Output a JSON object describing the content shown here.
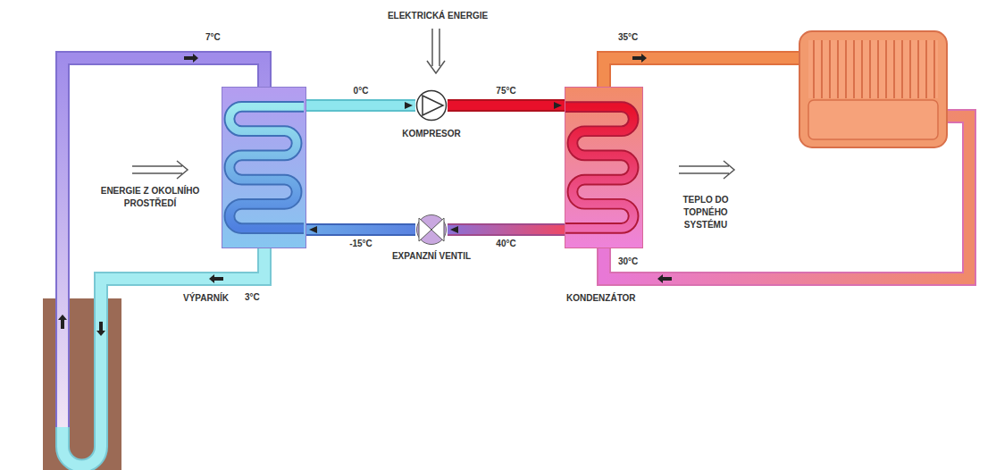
{
  "diagram": {
    "nodes": [
      {
        "text": [
          "VÝPARNÍK"
        ]
      },
      {
        "text": [
          "KOMPRESOR"
        ]
      },
      {
        "text": [
          "KONDENZÁTOR"
        ]
      },
      {
        "text": [
          "EXPANZNÍ VENTIL"
        ]
      }
    ],
    "edges": [
      {
        "from": 0,
        "to": 1,
        "label": "0°C",
        "arrow": "to"
      },
      {
        "from": 1,
        "to": 2,
        "label": "75°C",
        "arrow": "to"
      },
      {
        "from": 2,
        "to": 3,
        "label": "40°C",
        "arrow": "to"
      },
      {
        "from": 3,
        "to": 0,
        "label": "-15°C",
        "arrow": "to"
      }
    ],
    "labels": [
      "ELEKTRICKÁ ENERGIE",
      "7°C",
      "35°C",
      "ENERGIE Z OKOLNÍHO PROSTŘEDÍ",
      "TEPLO DO TOPNÉHO SYSTÉMU",
      "30°C",
      "3°C"
    ]
  }
}
